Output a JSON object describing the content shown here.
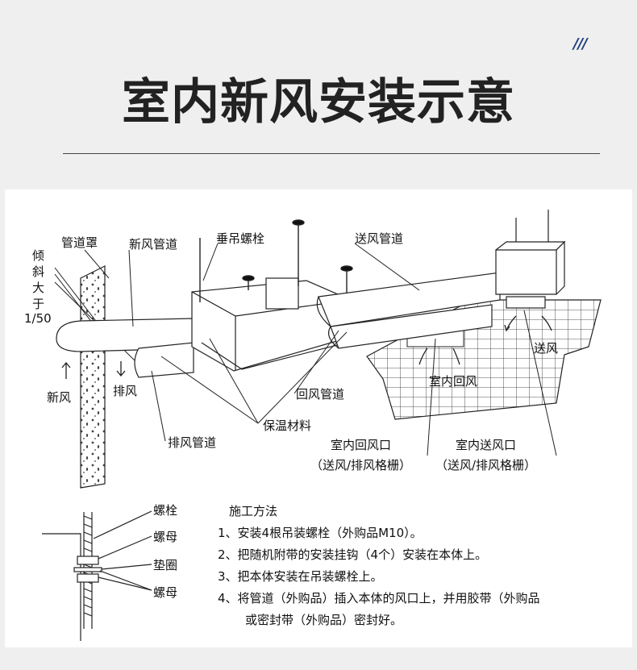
{
  "header": {
    "decor": "///",
    "title": "室内新风安装示意"
  },
  "diagram_labels": {
    "duct_cover": "管道罩",
    "fresh_air_duct": "新风管道",
    "hanging_bolt": "垂吊螺栓",
    "supply_duct": "送风管道",
    "slope_1": "倾",
    "slope_2": "斜",
    "slope_3": "大",
    "slope_4": "于",
    "slope_ratio": "1/50",
    "fresh_air": "新风",
    "exhaust": "排风",
    "return_duct": "回风管道",
    "insulation": "保温材料",
    "exhaust_duct": "排风管道",
    "supply_air": "送风",
    "indoor_return": "室内回风",
    "indoor_return_vent": "室内回风口",
    "indoor_return_vent_note": "（送风/排风格栅）",
    "indoor_supply_vent": "室内送风口",
    "indoor_supply_vent_note": "（送风/排风格栅）"
  },
  "bolt_detail": {
    "bolt": "螺栓",
    "nut_top": "螺母",
    "washer": "垫圈",
    "nut_bottom": "螺母"
  },
  "construction": {
    "heading": "施工方法",
    "steps": [
      "1、安装4根吊装螺栓（外购品M10）。",
      "2、把随机附带的安装挂钩（4个）安装在本体上。",
      "3、把本体安装在吊装螺栓上。",
      "4、将管道（外购品）插入本体的风口上，并用胶带（外购品"
    ],
    "step4_cont": "或密封带（外购品）密封好。"
  },
  "colors": {
    "background": "#efefef",
    "panel": "#ffffff",
    "title": "#222222",
    "decor": "#1d3e7a"
  }
}
